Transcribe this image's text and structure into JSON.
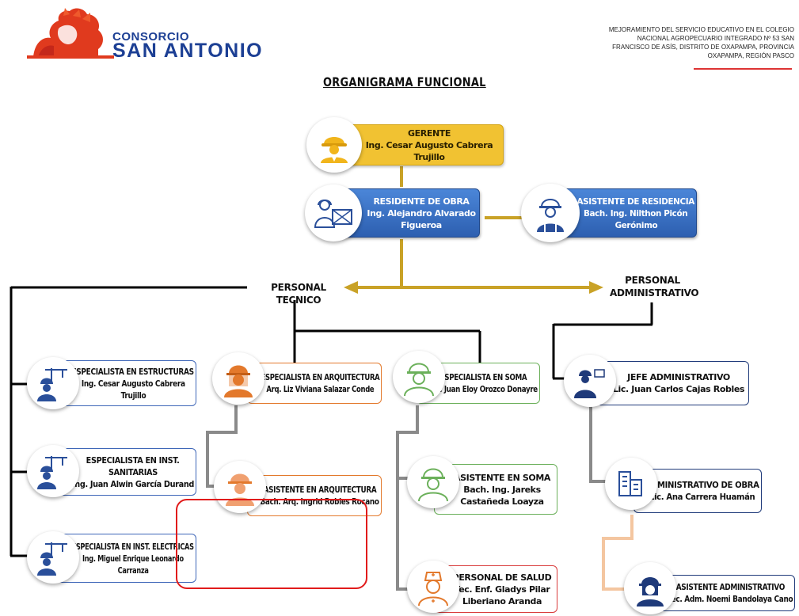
{
  "header": {
    "logo_small": "CONSORCIO",
    "logo_name": "SAN ANTONIO",
    "project_lines": [
      "MEJORAMIENTO DEL SERVICIO EDUCATIVO EN EL COLEGIO",
      "NACIONAL AGROPECUARIO INTEGRADO Nº 53 SAN",
      "FRANCISCO DE ASÍS, DISTRITO DE OXAPAMPA, PROVINCIA",
      "OXAPAMPA, REGIÓN PASCO"
    ]
  },
  "title": "ORGANIGRAMA FUNCIONAL",
  "sections": {
    "tecnico": "PERSONAL  TECNICO",
    "administrativo_1": "PERSONAL",
    "administrativo_2": "ADMINISTRATIVO"
  },
  "nodes": {
    "gerente": {
      "role": "GERENTE",
      "line1": "Ing. Cesar Augusto Cabrera",
      "line2": "Trujillo",
      "icon": "engineer-helmet-icon"
    },
    "residente": {
      "role": "RESIDENTE DE OBRA",
      "line1": "Ing. Alejandro Alvarado",
      "line2": "Figueroa",
      "icon": "blueprint-engineer-icon"
    },
    "asistente_residencia": {
      "role": "ASISTENTE DE RESIDENCIA",
      "line1": "Bach. Ing. Nilthon  Picón",
      "line2": "Gerónimo",
      "icon": "worker-vest-icon"
    },
    "esp_estructuras": {
      "role": "ESPECIALISTA EN ESTRUCTURAS",
      "line1": "Ing. Cesar Augusto Cabrera",
      "line2": "Trujillo",
      "icon": "crane-worker-icon"
    },
    "esp_sanitarias": {
      "role": "ESPECIALISTA EN INST.",
      "role2": "SANITARIAS",
      "line1": "Ing. Juan Alwin García Durand",
      "icon": "crane-worker-icon"
    },
    "esp_electricas": {
      "role": "ESPECIALISTA EN INST. ELECTRICAS",
      "line1": "Ing. Miguel Enrique Leonardo",
      "line2": "Carranza",
      "icon": "crane-worker-icon"
    },
    "esp_arquitectura": {
      "role": "ESPECIALISTA EN ARQUITECTURA",
      "line1": "Arq. Liz Viviana Salazar Conde",
      "icon": "female-worker-icon"
    },
    "asis_arquitectura": {
      "role": "ASISTENTE EN ARQUITECTURA",
      "line1": "Bach. Arq.  Ingrid Robles Rocano",
      "icon": "female-worker-icon"
    },
    "esp_soma": {
      "role": "ESPECIALISTA EN SOMA",
      "line1": "Ing. Juan Eloy Orozco Donayre",
      "icon": "safety-worker-icon"
    },
    "asis_soma": {
      "role": "ASISTENTE EN SOMA",
      "line1": "Bach. Ing. Jareks",
      "line2": "Castañeda Loayza",
      "icon": "safety-worker-icon"
    },
    "salud": {
      "role": "PERSONAL DE SALUD",
      "line1": "Tec. Enf. Gladys Pilar",
      "line2": "Liberiano Aranda",
      "icon": "nurse-icon"
    },
    "jefe_admin": {
      "role": "JEFE ADMINISTRATIVO",
      "line1": "Lic. Juan Carlos Cajas Robles",
      "icon": "office-worker-icon"
    },
    "admin_obra": {
      "role": "ADMINISTRATIVO DE OBRA",
      "line1": "Lic. Ana Carrera Huamán",
      "icon": "building-icon"
    },
    "asis_admin": {
      "role": "ASISTENTE ADMINISTRATIVO",
      "line1": "Tec. Adm. Noemi Bandolaya Cano",
      "icon": "female-helmet-icon"
    }
  },
  "colors": {
    "brand_blue": "#1c3f94",
    "brand_red": "#e03a1e",
    "gold": "#f1c232",
    "blue_card": "#2d5fb0",
    "connector_gold": "#c9a227",
    "highlight_red": "#e11b1b"
  }
}
